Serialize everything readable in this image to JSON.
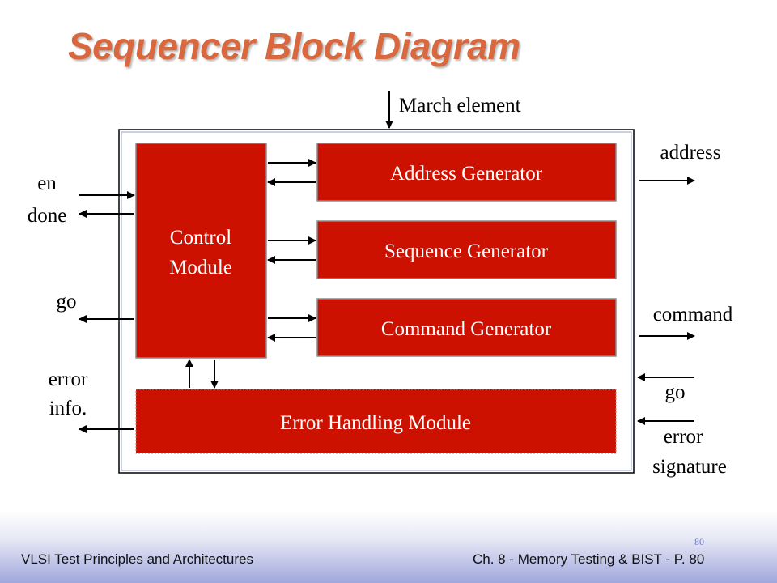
{
  "slide": {
    "title": "Sequencer Block Diagram",
    "footer_left": "VLSI Test Principles and Architectures",
    "footer_right": "Ch. 8 - Memory Testing & BIST - P. 80",
    "page_number": "80"
  },
  "diagram": {
    "blocks": {
      "control_line1": "Control",
      "control_line2": "Module",
      "address": "Address Generator",
      "sequence": "Sequence Generator",
      "command": "Command Generator",
      "error": "Error Handling Module"
    },
    "signals": {
      "march_element": "March element",
      "en": "en",
      "done": "done",
      "go_left": "go",
      "error_info_line1": "error",
      "error_info_line2": "info.",
      "address": "address",
      "command": "command",
      "go_right": "go",
      "error_signature_line1": "error",
      "error_signature_line2": "signature"
    },
    "colors": {
      "block_fill": "#cc1100",
      "title": "#d9683e",
      "footer_gradient": "#9fa7dc"
    }
  }
}
